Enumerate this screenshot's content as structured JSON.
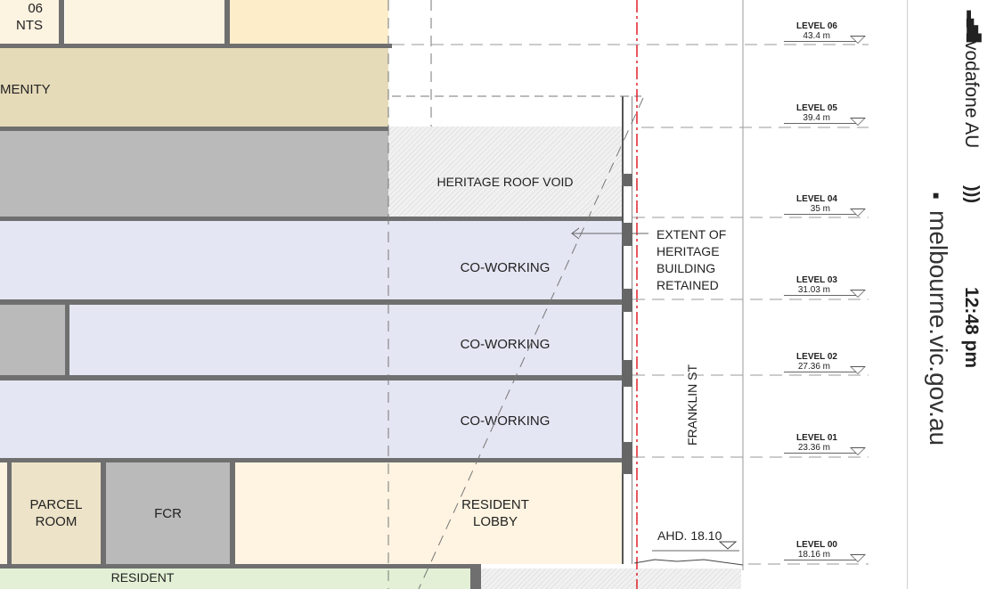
{
  "drawing": {
    "rooms": {
      "apartments_partial": "06\nNTS",
      "amenity": "MENITY",
      "heritage_roof_void": "HERITAGE ROOF VOID",
      "coworking_l3": "CO-WORKING",
      "coworking_l2": "CO-WORKING",
      "coworking_l1": "CO-WORKING",
      "parcel_room": "PARCEL\nROOM",
      "fcr": "FCR",
      "resident_lobby": "RESIDENT\nLOBBY",
      "resident": "RESIDENT"
    },
    "annotation_heritage": "EXTENT OF\nHERITAGE\nBUILDING\nRETAINED",
    "street": "FRANKLIN ST",
    "ahd": "AHD. 18.10",
    "levels": [
      {
        "name": "LEVEL 06",
        "height": "43.4 m"
      },
      {
        "name": "LEVEL 05",
        "height": "39.4 m"
      },
      {
        "name": "LEVEL 04",
        "height": "35 m"
      },
      {
        "name": "LEVEL 03",
        "height": "31.03 m"
      },
      {
        "name": "LEVEL 02",
        "height": "27.36 m"
      },
      {
        "name": "LEVEL 01",
        "height": "23.36 m"
      },
      {
        "name": "LEVEL 00",
        "height": "18.16 m"
      }
    ]
  },
  "status_bar": {
    "carrier": "vodafone AU",
    "time": "12:48 pm",
    "url": "melbourne.vic.gov.au"
  },
  "colors": {
    "cream": "#fdf3e1",
    "amenity": "#e6dbb9",
    "coworking": "#e4e6f3",
    "grey": "#bababa",
    "red_boundary": "#e0202a"
  }
}
